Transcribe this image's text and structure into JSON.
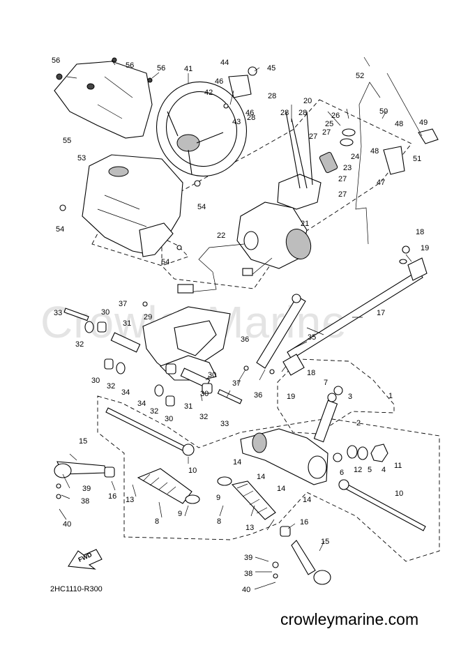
{
  "diagram": {
    "drawing_code": "2HC1110-R300",
    "website": "crowleymarine.com",
    "watermark": "CrowleyMarine",
    "direction_label": "FWD",
    "callouts": [
      "1",
      "2",
      "3",
      "4",
      "5",
      "6",
      "7",
      "8",
      "8",
      "9",
      "9",
      "10",
      "10",
      "11",
      "12",
      "13",
      "13",
      "14",
      "14",
      "14",
      "14",
      "14",
      "15",
      "15",
      "16",
      "16",
      "17",
      "18",
      "18",
      "19",
      "19",
      "20",
      "21",
      "22",
      "23",
      "24",
      "25",
      "26",
      "27",
      "27",
      "27",
      "27",
      "28",
      "28",
      "28",
      "28",
      "29",
      "30",
      "30",
      "30",
      "30",
      "31",
      "31",
      "32",
      "32",
      "32",
      "33",
      "33",
      "34",
      "34",
      "35",
      "36",
      "36",
      "37",
      "37",
      "38",
      "38",
      "39",
      "39",
      "40",
      "40",
      "41",
      "42",
      "43",
      "44",
      "45",
      "46",
      "46",
      "47",
      "48",
      "48",
      "49",
      "50",
      "51",
      "52",
      "53",
      "54",
      "54",
      "54",
      "55",
      "56",
      "56",
      "56"
    ]
  }
}
